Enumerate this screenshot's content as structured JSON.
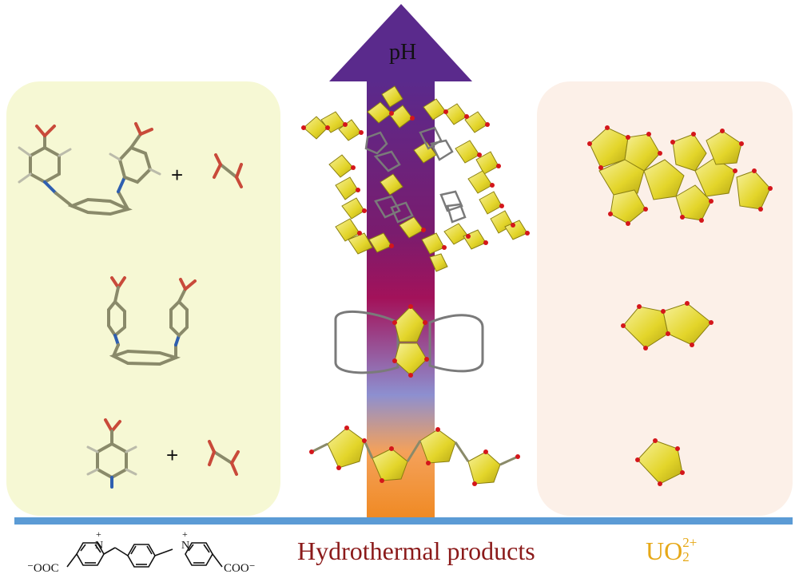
{
  "labels": {
    "ph": "pH",
    "products": "Hydrothermal products",
    "uranyl_main": "UO",
    "uranyl_sub": "2",
    "uranyl_sup": "2+",
    "plus": "+",
    "charge_plus": "+",
    "n_atom": "N",
    "carboxylate_left": "⁻OOC",
    "carboxylate_right": "COO⁻"
  },
  "colors": {
    "left_panel": "#f6f8d4",
    "right_panel": "#fcf0e8",
    "baseline": "#5b9bd5",
    "arrow_top": "#5a2a8c",
    "arrow_mid": "#a3125a",
    "arrow_low": "#8d8fd0",
    "arrow_bottom": "#f08a24",
    "polyhedron": "#e8dd3a",
    "oxygen": "#d4161b",
    "products_text": "#8b1a1a",
    "uranyl_text": "#e6a817"
  }
}
